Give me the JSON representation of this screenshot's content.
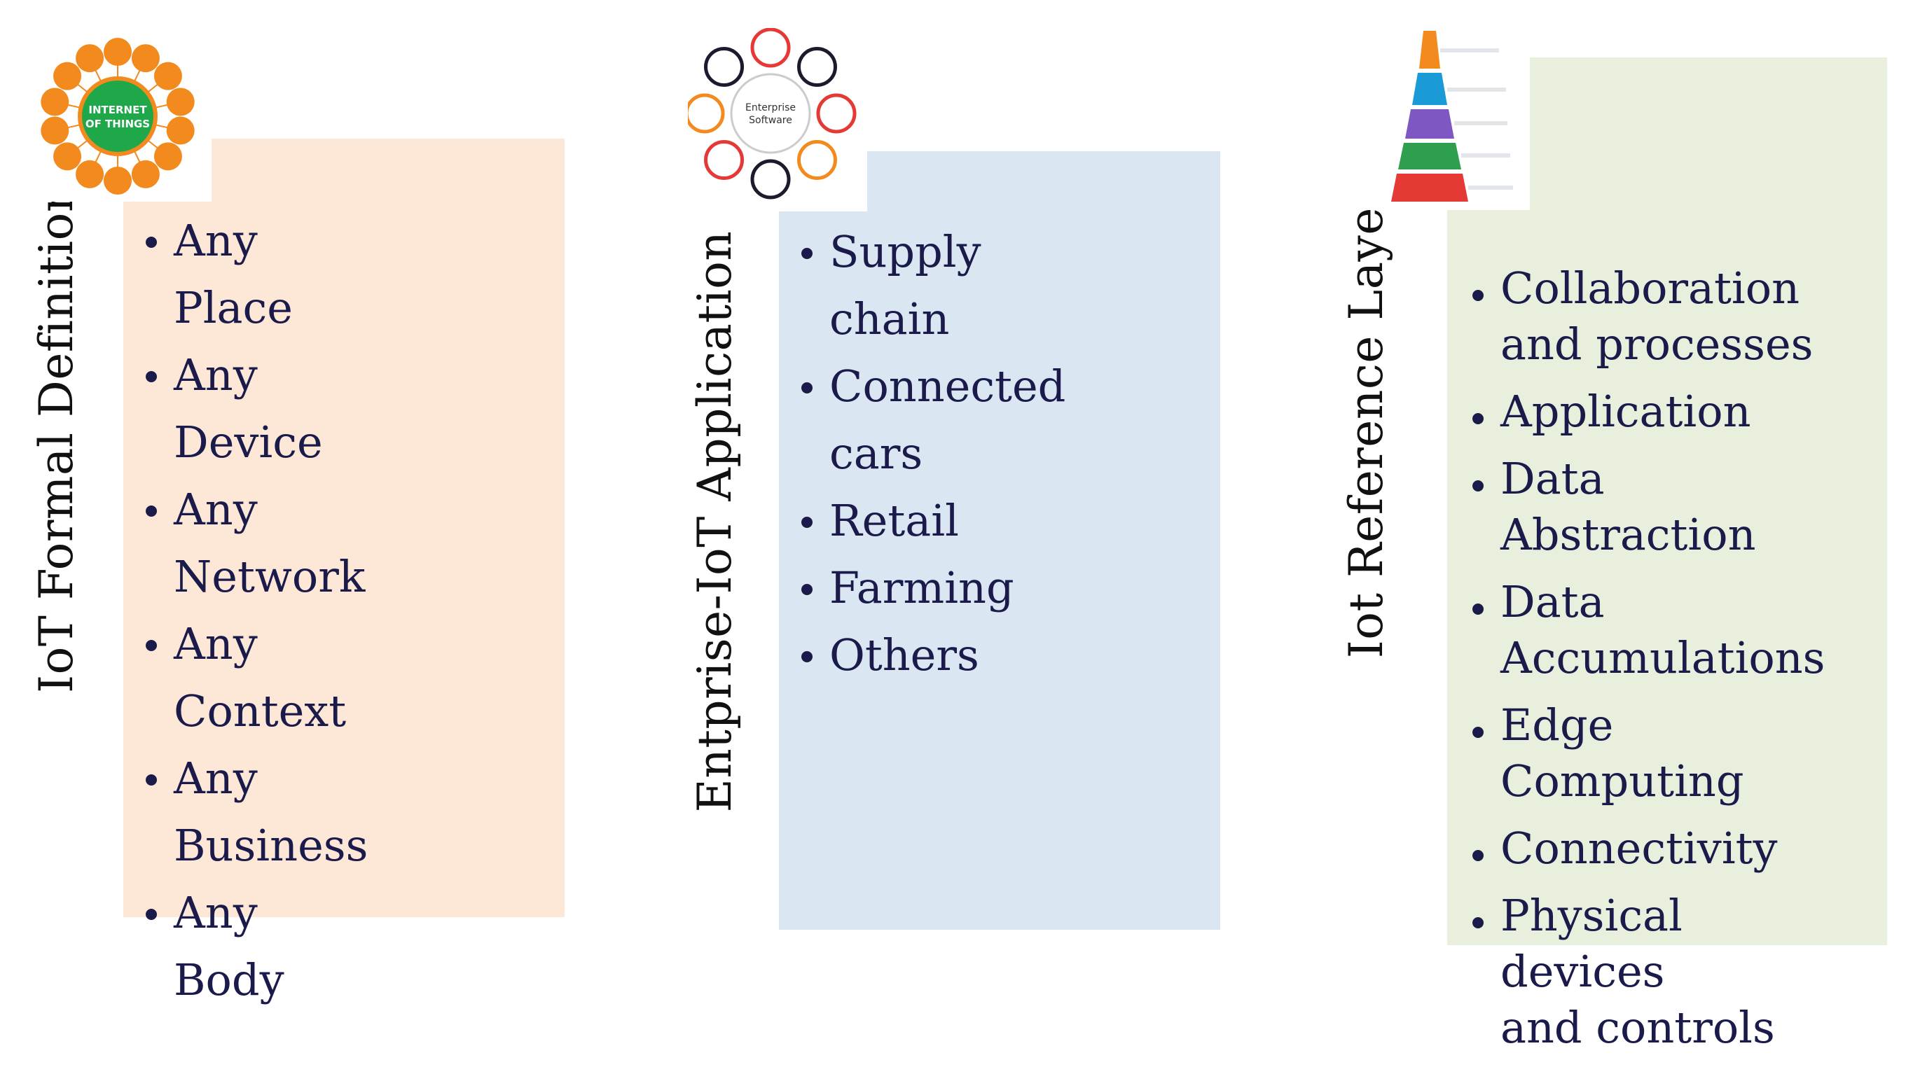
{
  "colors": {
    "panel1": "#fde8d8",
    "panel2": "#dae6f2",
    "panel3": "#e8efdc",
    "text": "#1b1b4b",
    "orange": "#f28a1e",
    "green": "#1ea84a"
  },
  "panels": [
    {
      "label": "IoT Formal Definition",
      "items": [
        "Any Place",
        "Any Device",
        "Any Network",
        "Any Context",
        "Any Business",
        "Any Body"
      ]
    },
    {
      "label": "Entprise-IoT Application",
      "items": [
        "Supply chain",
        "Connected cars",
        "Retail",
        "Farming",
        "Others"
      ]
    },
    {
      "label": "Iot Reference Layers",
      "items": [
        [
          "Collaboration",
          "and processes"
        ],
        [
          "Application"
        ],
        [
          "Data Abstraction"
        ],
        [
          "Data",
          "Accumulations"
        ],
        [
          "Edge Computing"
        ],
        [
          "Connectivity"
        ],
        [
          "Physical devices",
          "and controls"
        ]
      ]
    }
  ],
  "thumbnails": {
    "iot_hub_text": [
      "INTERNET",
      "OF THINGS"
    ],
    "enterprise_hub_text": [
      "Enterprise",
      "Software"
    ]
  }
}
